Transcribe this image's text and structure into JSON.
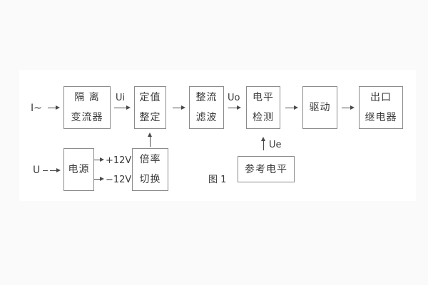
{
  "figure": {
    "caption": "图 1",
    "colors": {
      "page_bg": "#fafafa",
      "panel_bg": "#ffffff",
      "box_border": "#8a8a8a",
      "text": "#3a3a3a",
      "line": "#4a4a4a"
    }
  },
  "blocks": [
    {
      "name": "isolation-transformer",
      "lines": [
        "隔 离",
        "变流器"
      ]
    },
    {
      "name": "setting-adjustment",
      "lines": [
        "定值",
        "整定"
      ]
    },
    {
      "name": "rectifier-filter",
      "lines": [
        "整流",
        "滤波"
      ]
    },
    {
      "name": "level-detection",
      "lines": [
        "电平",
        "检测"
      ]
    },
    {
      "name": "drive",
      "lines": [
        "驱动"
      ]
    },
    {
      "name": "output-relay",
      "lines": [
        "出口",
        "继电器"
      ]
    },
    {
      "name": "power-supply",
      "lines": [
        "电源"
      ]
    },
    {
      "name": "ratio-switch",
      "lines": [
        "倍率",
        "切换"
      ]
    },
    {
      "name": "reference-level",
      "lines": [
        "参考电平"
      ]
    }
  ],
  "signals": {
    "input_current": "I~",
    "input_voltage": "U",
    "ui": "Ui",
    "uo": "Uo",
    "ue": "Ue",
    "plus_rail": "+12V",
    "minus_rail": "−12V"
  }
}
